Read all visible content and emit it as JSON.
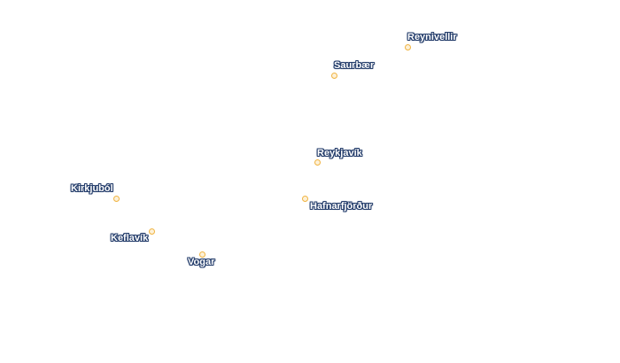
{
  "map": {
    "colors": {
      "background": "#ffffff",
      "label_text": "#ffffff",
      "label_halo": "#243d6b",
      "marker_stroke": "#f0b340",
      "marker_fill": "#fdf1d8"
    },
    "places": [
      {
        "id": "reynivellir",
        "label": "Reynivellir"
      },
      {
        "id": "saurbaer",
        "label": "Saurbær"
      },
      {
        "id": "reykjavik",
        "label": "Reykjavík"
      },
      {
        "id": "hafnarfjordur",
        "label": "Hafnarfjörður"
      },
      {
        "id": "kirkjubol",
        "label": "Kirkjuból"
      },
      {
        "id": "keflavik",
        "label": "Keflavík"
      },
      {
        "id": "vogar",
        "label": "Vogar"
      }
    ]
  }
}
